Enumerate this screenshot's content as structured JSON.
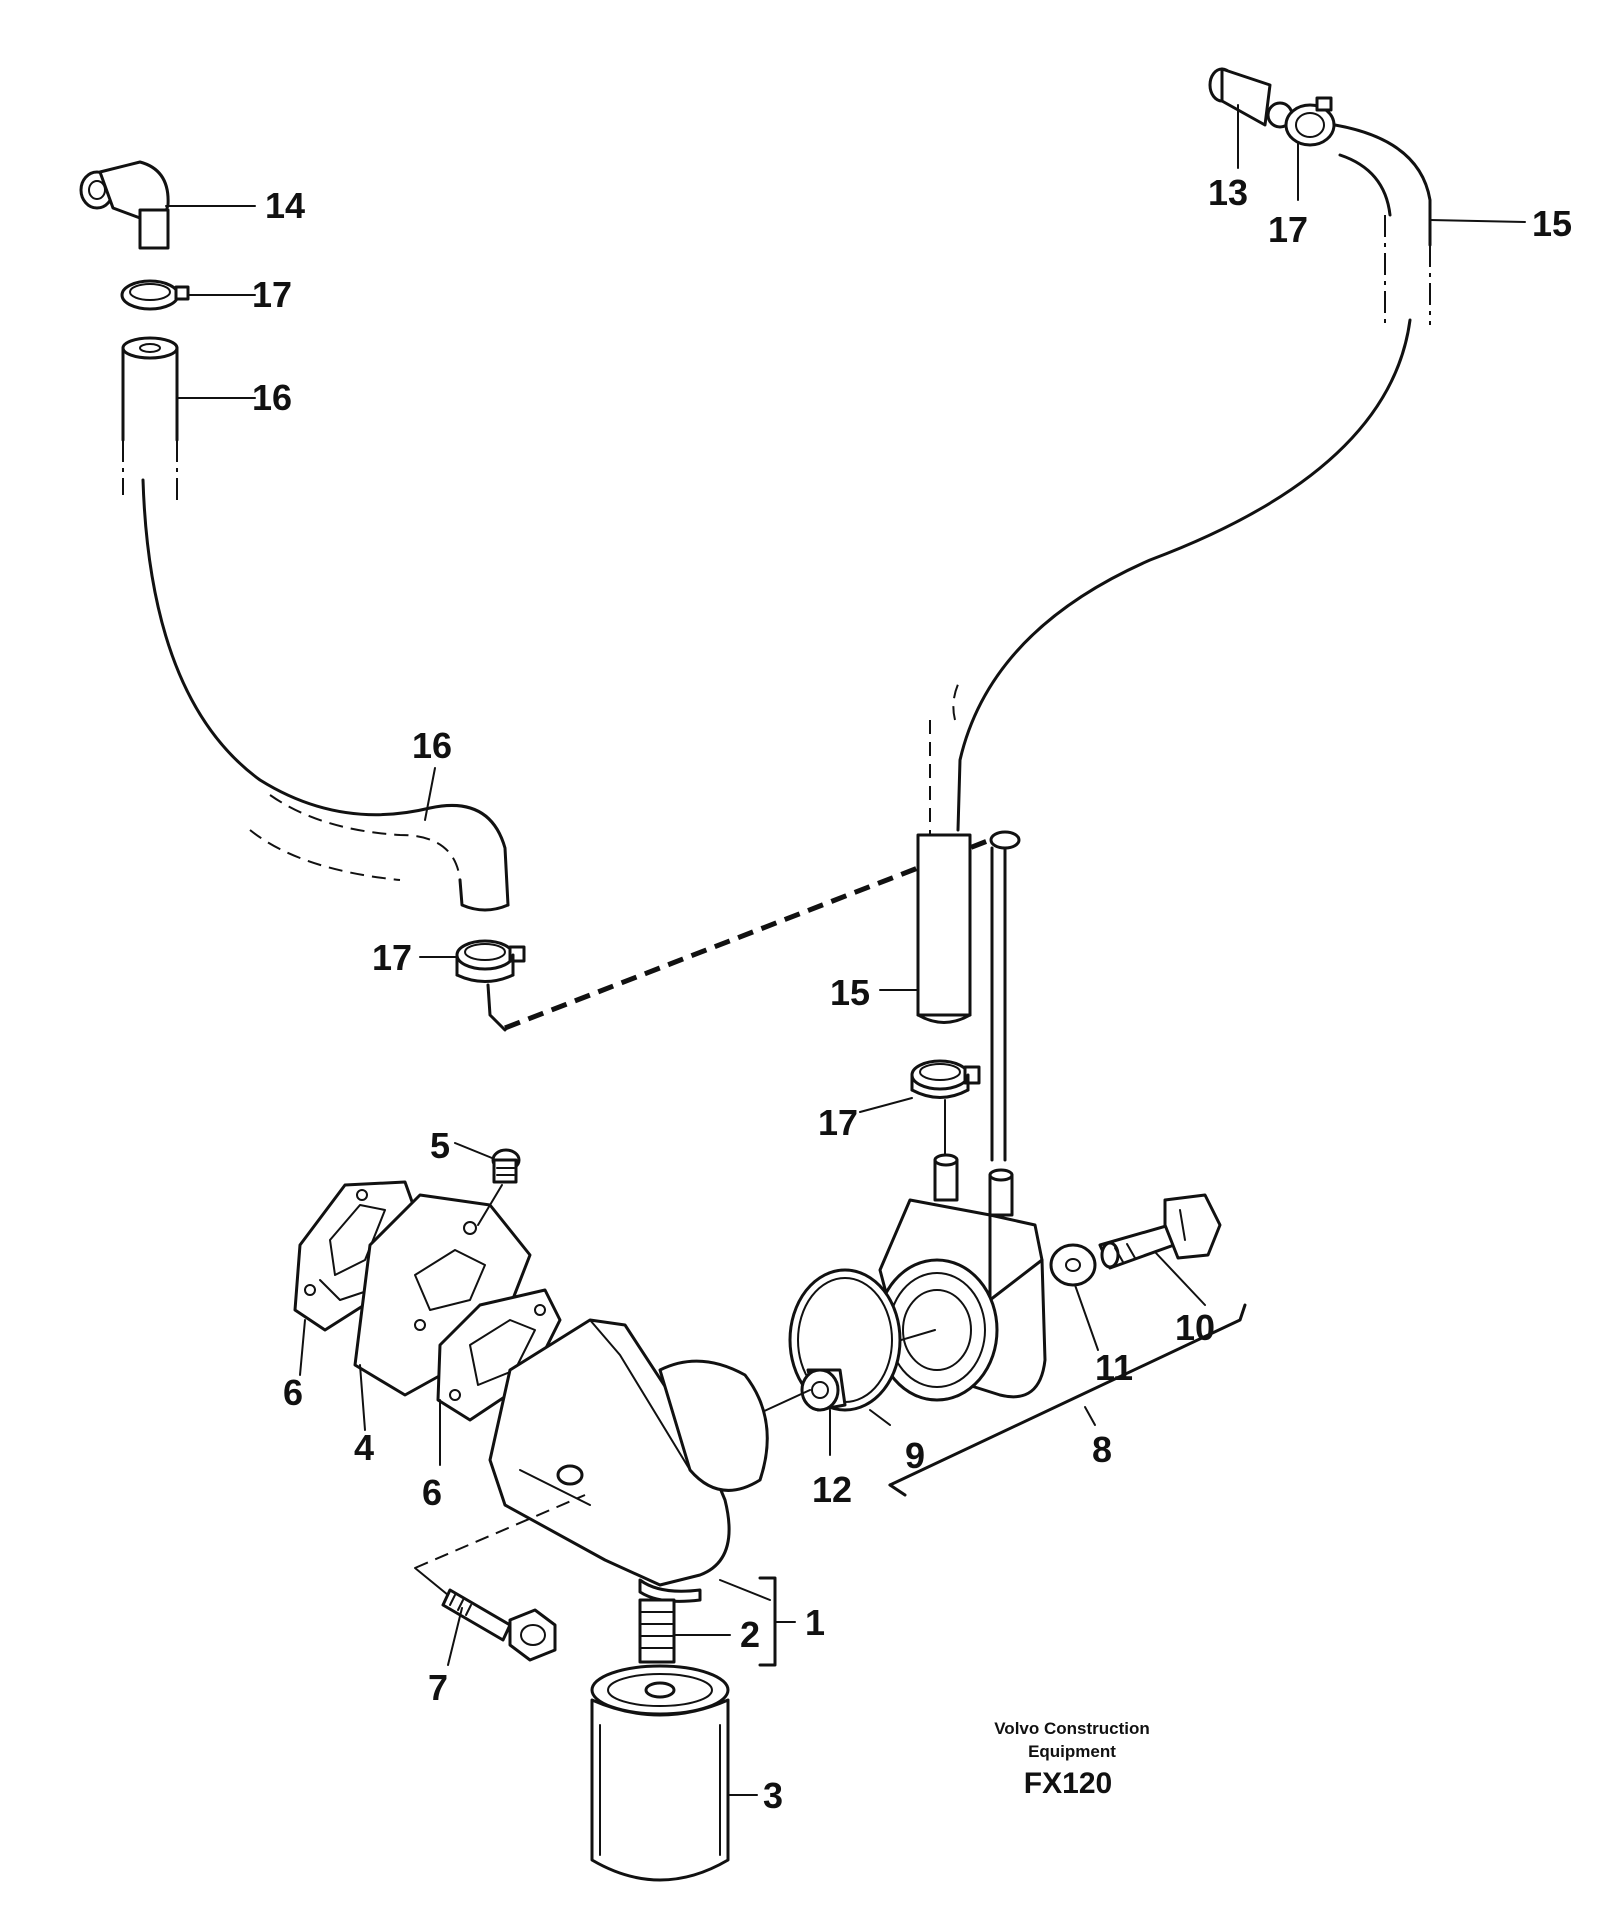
{
  "callouts": {
    "c1": "1",
    "c2": "2",
    "c3": "3",
    "c4": "4",
    "c5": "5",
    "c6a": "6",
    "c6b": "6",
    "c7": "7",
    "c8": "8",
    "c9": "9",
    "c10": "10",
    "c11": "11",
    "c12": "12",
    "c13": "13",
    "c14": "14",
    "c15a": "15",
    "c15b": "15",
    "c16a": "16",
    "c16b": "16",
    "c17a": "17",
    "c17b": "17",
    "c17c": "17",
    "c17d": "17"
  },
  "caption": {
    "line1": "Volvo Construction",
    "line2": "Equipment",
    "model": "FX120"
  }
}
